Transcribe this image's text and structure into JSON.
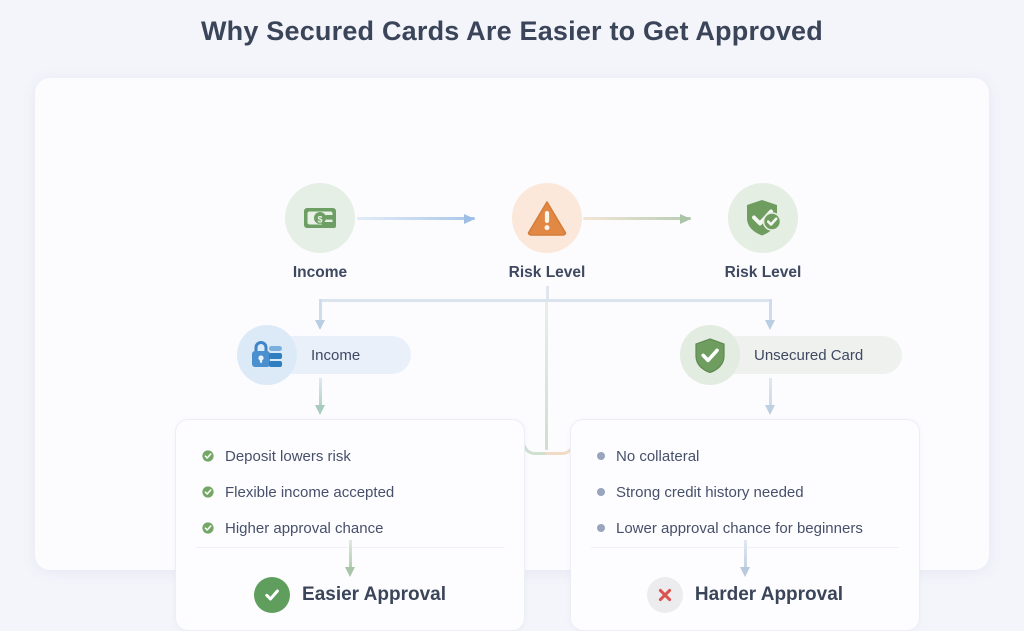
{
  "page_title": "Why Secured Cards Are Easier to Get Approved",
  "flow": {
    "top_nodes": [
      {
        "icon": "money-icon",
        "label": "Income"
      },
      {
        "icon": "warning-icon",
        "label": "Risk Level"
      },
      {
        "icon": "shield-check-icon",
        "label": "Risk Level"
      }
    ],
    "arrows": [
      {
        "name": "arrow-income-to-risk"
      },
      {
        "name": "arrow-risk-to-secured"
      }
    ]
  },
  "branches": {
    "secured": {
      "pill_icon": "lock-card-icon",
      "pill_label": "Income",
      "bullets": [
        "Deposit lowers risk",
        "Flexible income accepted",
        "Higher approval chance"
      ],
      "verdict_icon": "check-circle-icon",
      "verdict_label": "Easier Approval"
    },
    "unsecured": {
      "pill_icon": "shield-check-icon",
      "pill_label": "Unsecured Card",
      "bullets": [
        "No collateral",
        "Strong credit history needed",
        "Lower approval chance for beginners"
      ],
      "verdict_icon": "x-circle-icon",
      "verdict_label": "Harder Approval"
    }
  },
  "colors": {
    "page_background": "#f4f4fb",
    "panel_background": "#fcfcfe",
    "title_text": "#3b4559",
    "body_text": "#47506a",
    "green": "#5f9e5c",
    "green_soft": "#8fb286",
    "orange": "#e08844",
    "blue": "#3d85c6",
    "red": "#d9534f",
    "bullet_dot": "#9aa4bd"
  }
}
